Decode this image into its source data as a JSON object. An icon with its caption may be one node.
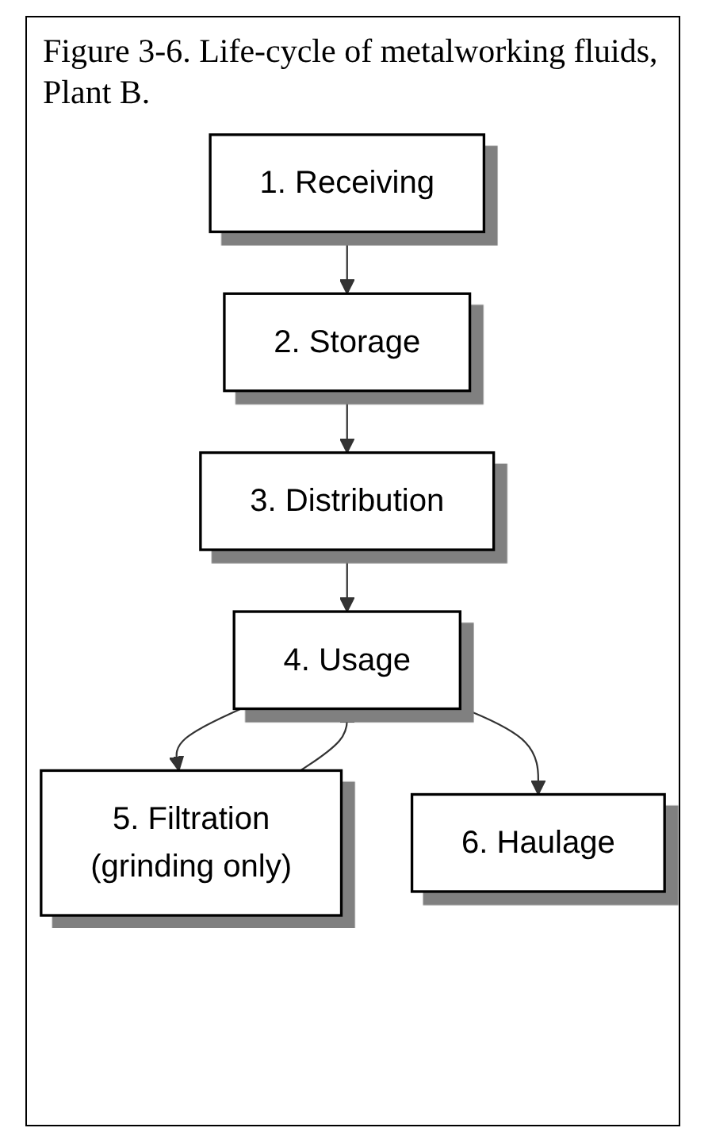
{
  "diagram": {
    "title": "Figure 3-6. Life-cycle of metalworking fluids, Plant B.",
    "nodes": [
      {
        "text": [
          "1. Receiving"
        ]
      },
      {
        "text": [
          "2. Storage"
        ]
      },
      {
        "text": [
          "3. Distribution"
        ]
      },
      {
        "text": [
          "4. Usage"
        ]
      },
      {
        "text": [
          "5. Filtration",
          "(grinding only)"
        ]
      },
      {
        "text": [
          "6. Haulage"
        ]
      }
    ],
    "edges": [
      {
        "from": 0,
        "to": 1,
        "arrow": "to"
      },
      {
        "from": 1,
        "to": 2,
        "arrow": "to"
      },
      {
        "from": 2,
        "to": 3,
        "arrow": "to"
      },
      {
        "from": 3,
        "to": 4,
        "arrow": "to"
      },
      {
        "from": 4,
        "to": 3,
        "arrow": "to"
      },
      {
        "from": 3,
        "to": 5,
        "arrow": "to"
      }
    ]
  }
}
